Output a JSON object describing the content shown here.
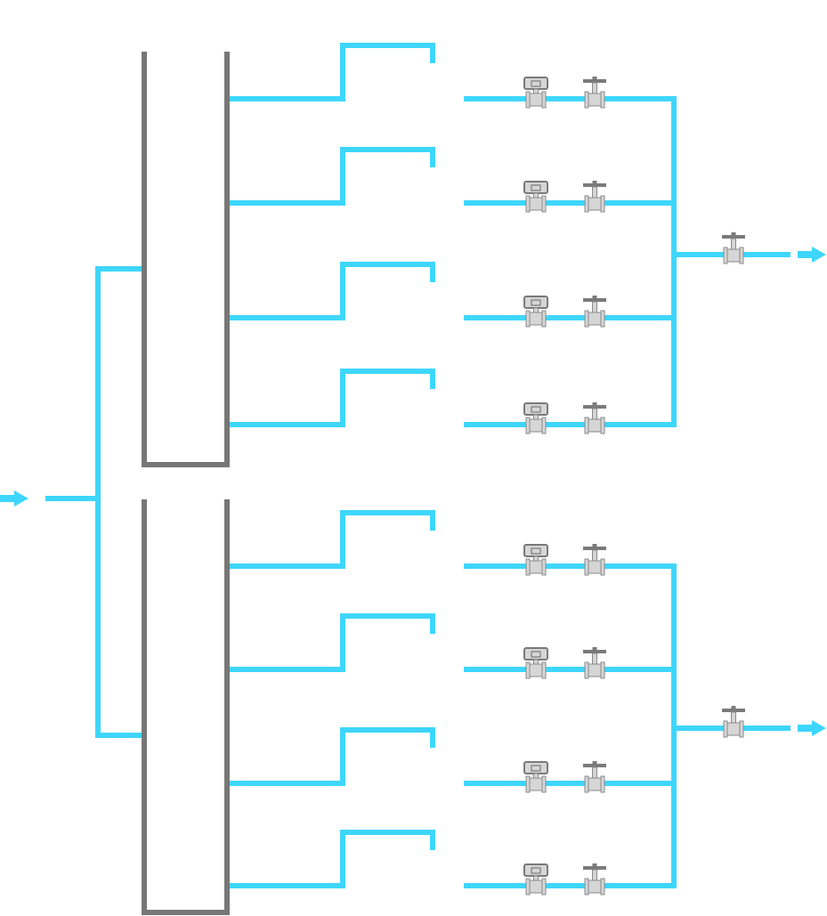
{
  "diagram": {
    "title": "",
    "colors": {
      "pipe": "#3ed6fc",
      "manifold": "#777777",
      "instrument_body": "#d6d6d6",
      "instrument_stroke": "#8a8a8a",
      "instrument_dark": "#7a7a7a"
    },
    "inlet": {
      "name": "inlet",
      "icon": "flow-arrow-right"
    },
    "manifolds": [
      {
        "name": "manifold-upper",
        "branches": [
          {
            "name": "branch-1",
            "instruments": [
              "flow-meter",
              "gate-valve"
            ]
          },
          {
            "name": "branch-2",
            "instruments": [
              "flow-meter",
              "gate-valve"
            ]
          },
          {
            "name": "branch-3",
            "instruments": [
              "flow-meter",
              "gate-valve"
            ]
          },
          {
            "name": "branch-4",
            "instruments": [
              "flow-meter",
              "gate-valve"
            ]
          }
        ],
        "outlet": {
          "name": "outlet-upper",
          "valve": "gate-valve",
          "icon": "flow-arrow-right"
        }
      },
      {
        "name": "manifold-lower",
        "branches": [
          {
            "name": "branch-5",
            "instruments": [
              "flow-meter",
              "gate-valve"
            ]
          },
          {
            "name": "branch-6",
            "instruments": [
              "flow-meter",
              "gate-valve"
            ]
          },
          {
            "name": "branch-7",
            "instruments": [
              "flow-meter",
              "gate-valve"
            ]
          },
          {
            "name": "branch-8",
            "instruments": [
              "flow-meter",
              "gate-valve"
            ]
          }
        ],
        "outlet": {
          "name": "outlet-lower",
          "valve": "gate-valve",
          "icon": "flow-arrow-right"
        }
      }
    ]
  }
}
